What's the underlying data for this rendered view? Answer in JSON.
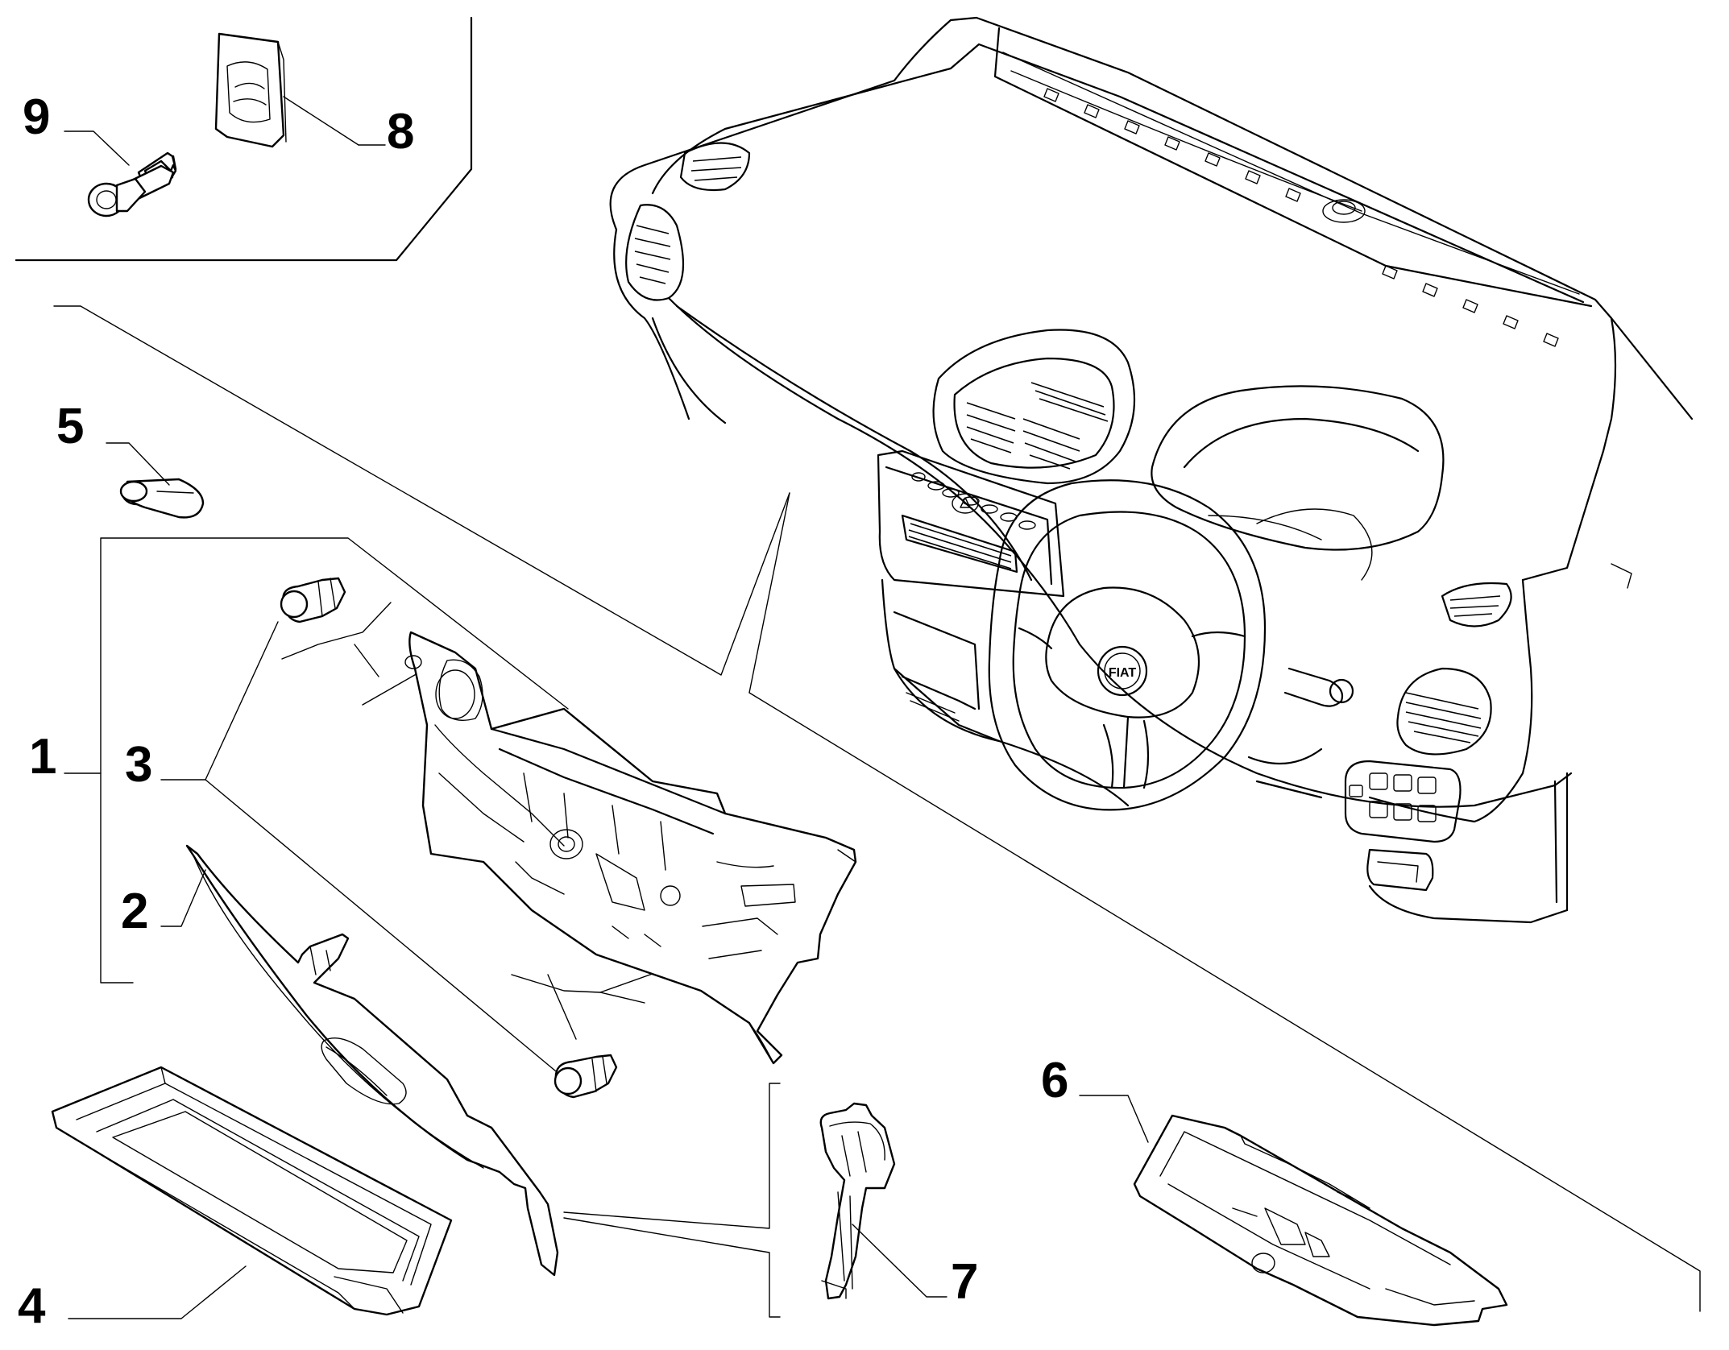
{
  "callouts": [
    "1",
    "2",
    "3",
    "4",
    "5",
    "6",
    "7",
    "8",
    "9"
  ],
  "logo_text": "FIAT",
  "colors": {
    "line": "#000000",
    "background": "#ffffff"
  }
}
